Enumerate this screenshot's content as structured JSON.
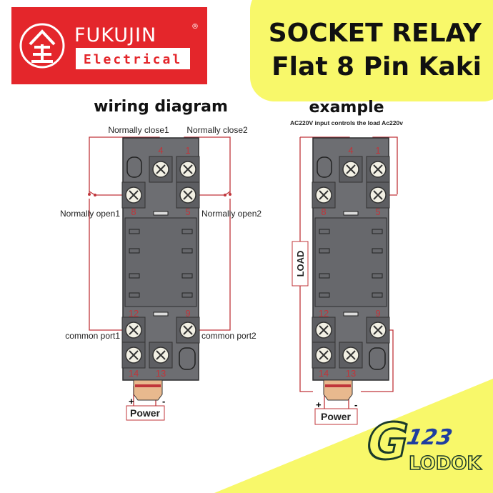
{
  "brand": {
    "name": "FUKUJIN",
    "registered": "®",
    "subtitle": "Electrical",
    "color": "#e4262b"
  },
  "headline": {
    "line1": "SOCKET RELAY",
    "line2": "Flat 8 Pin Kaki",
    "background": "#f8f86a"
  },
  "wiring_diagram": {
    "title": "wiring diagram",
    "normally_close1": "Normally close1",
    "normally_close2": "Normally close2",
    "normally_open1": "Normally open1",
    "normally_open2": "Normally open2",
    "common_port1": "common port1",
    "common_port2": "common port2",
    "power": "Power",
    "plus": "+",
    "minus": "-"
  },
  "example": {
    "title": "example",
    "subtitle": "AC220V input controls the load Ac220v",
    "load": "LOAD",
    "power": "Power",
    "plus": "+",
    "minus": "-"
  },
  "pins": [
    "4",
    "1",
    "8",
    "5",
    "12",
    "9",
    "14",
    "13"
  ],
  "seller_logo": {
    "letter": "G",
    "number": "123",
    "name": "LODOK"
  },
  "colors": {
    "socket": "#6d6e72",
    "wire": "#c0353a",
    "pin_label": "#c0353a"
  }
}
